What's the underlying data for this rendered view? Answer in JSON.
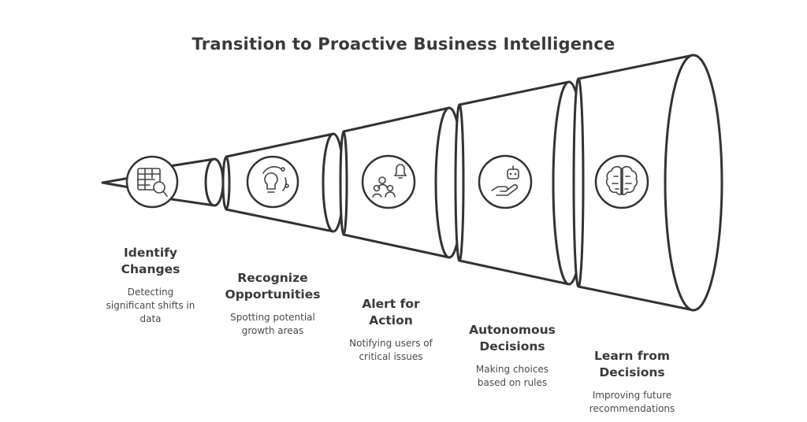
{
  "title": "Transition to Proactive Business Intelligence",
  "stages": [
    {
      "title_line1": "Identify",
      "title_line2": "Changes",
      "desc_line1": "Detecting",
      "desc_line2": "significant shifts in",
      "desc_line3": "data",
      "icon": "table-magnifier-icon"
    },
    {
      "title_line1": "Recognize",
      "title_line2": "Opportunities",
      "desc_line1": "Spotting potential",
      "desc_line2": "growth areas",
      "desc_line3": "",
      "icon": "lightbulb-idea-icon"
    },
    {
      "title_line1": "Alert for",
      "title_line2": "Action",
      "desc_line1": "Notifying users of",
      "desc_line2": "critical issues",
      "desc_line3": "",
      "icon": "users-bell-icon"
    },
    {
      "title_line1": "Autonomous",
      "title_line2": "Decisions",
      "desc_line1": "Making choices",
      "desc_line2": "based on rules",
      "desc_line3": "",
      "icon": "robot-hand-icon"
    },
    {
      "title_line1": "Learn from",
      "title_line2": "Decisions",
      "desc_line1": "Improving future",
      "desc_line2": "recommendations",
      "desc_line3": "",
      "icon": "brain-circuit-icon"
    }
  ]
}
